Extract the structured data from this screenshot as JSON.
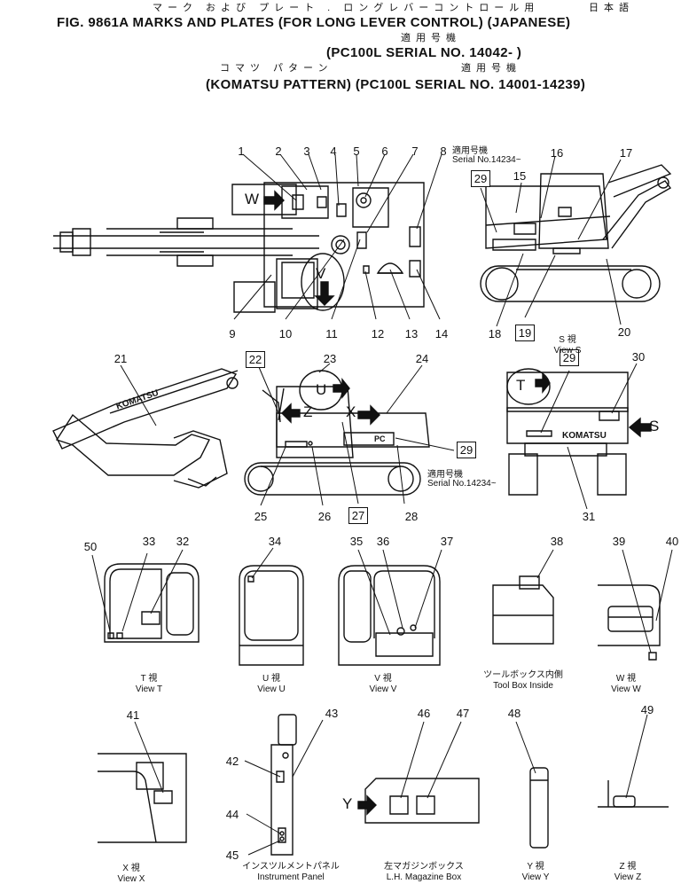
{
  "header": {
    "jp_line1": "マーク および プレート . ロングレバーコントロール用",
    "jp_lang": "日本語",
    "line1": "FIG. 9861A  MARKS AND PLATES (FOR LONG LEVER CONTROL) (JAPANESE)",
    "jp_applicable1": "適用号機",
    "line2": "(PC100L SERIAL NO. 14042- )",
    "jp_komatsu": "コマツ パターン",
    "jp_applicable2": "適用号機",
    "line3": "(KOMATSU PATTERN) (PC100L SERIAL NO. 14001-14239)"
  },
  "serial_note": {
    "jp": "適用号機",
    "text": "Serial No.14234~"
  },
  "view_letters": {
    "w": "W",
    "v": "V",
    "u": "U",
    "z": "Z",
    "x": "X",
    "t": "T",
    "s": "S",
    "y": "Y"
  },
  "boom_text": "KOMATSU",
  "pc_plate": "PC",
  "callouts": [
    "1",
    "2",
    "3",
    "4",
    "5",
    "6",
    "7",
    "8",
    "9",
    "10",
    "11",
    "12",
    "13",
    "14",
    "15",
    "16",
    "17",
    "18",
    "20",
    "21",
    "23",
    "24",
    "25",
    "26",
    "28",
    "30",
    "31",
    "32",
    "33",
    "34",
    "35",
    "36",
    "37",
    "38",
    "39",
    "40",
    "41",
    "42",
    "43",
    "44",
    "45",
    "46",
    "47",
    "48",
    "49",
    "50"
  ],
  "boxed_callouts": {
    "b29a": "29",
    "b19": "19",
    "b22": "22",
    "b29b": "29",
    "b27": "27",
    "b29c": "29"
  },
  "captions": {
    "view_s": {
      "jp": "S 視",
      "en": "View S"
    },
    "view_t": {
      "jp": "T 視",
      "en": "View T"
    },
    "view_u": {
      "jp": "U 視",
      "en": "View U"
    },
    "view_v": {
      "jp": "V 視",
      "en": "View V"
    },
    "tool_box": {
      "jp": "ツールボックス内側",
      "en": "Tool Box Inside"
    },
    "view_w": {
      "jp": "W 視",
      "en": "View W"
    },
    "view_x": {
      "jp": "X 視",
      "en": "View X"
    },
    "instrument": {
      "jp": "インスツルメントパネル",
      "en": "Instrument Panel"
    },
    "magazine": {
      "jp": "左マガジンボックス",
      "en": "L.H. Magazine Box"
    },
    "view_y": {
      "jp": "Y 視",
      "en": "View Y"
    },
    "view_z": {
      "jp": "Z 視",
      "en": "View Z"
    }
  }
}
